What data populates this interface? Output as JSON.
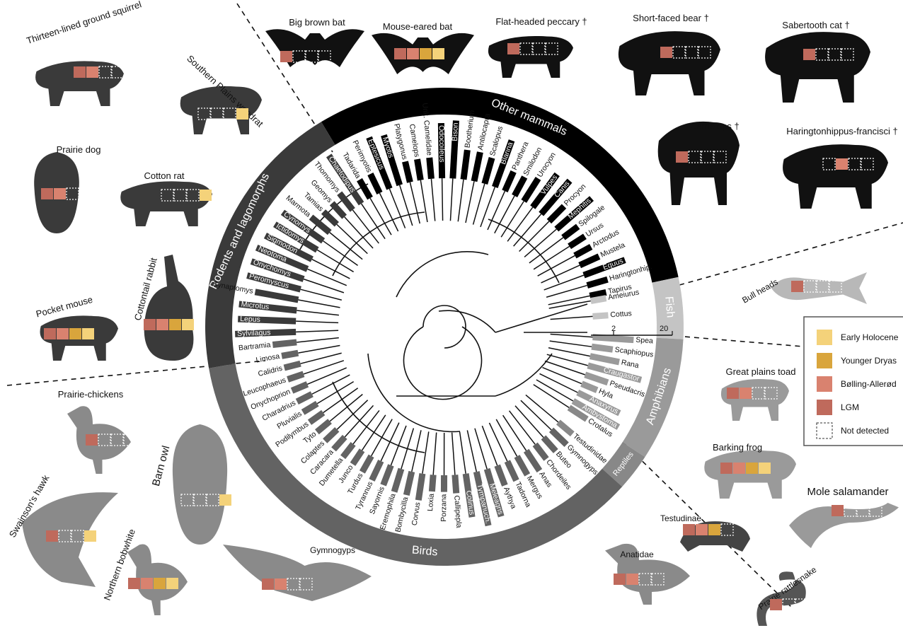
{
  "colors": {
    "early_holocene": "#F4D27A",
    "younger_dryas": "#D9A53C",
    "bolling_allerod": "#D9826F",
    "lgm": "#BF6A5C",
    "mammal_dark": "#000000",
    "rodent": "#3a3a3a",
    "bird": "#636363",
    "reptile": "#888888",
    "amphibian": "#9a9a9a",
    "fish": "#c4c4c4"
  },
  "legend": {
    "items": [
      {
        "label": "Early Holocene",
        "color": "#F4D27A"
      },
      {
        "label": "Younger Dryas",
        "color": "#D9A53C"
      },
      {
        "label": "Bølling-Allerød",
        "color": "#D9826F"
      },
      {
        "label": "LGM",
        "color": "#BF6A5C"
      },
      {
        "label": "Not detected",
        "color": "none"
      }
    ]
  },
  "sections": {
    "other_mammals": "Other mammals",
    "rodents": "Rodents and lagomorphs",
    "fish": "Fish",
    "amphibians": "Amphibians",
    "reptiles": "Reptiles",
    "birds": "Birds"
  },
  "scale": {
    "a": "2",
    "b": "20"
  },
  "leaves": [
    {
      "name": "Sylvilagus",
      "group": "rodent",
      "len": 0.9,
      "inside": true
    },
    {
      "name": "Lepus",
      "group": "rodent",
      "len": 0.85,
      "inside": true
    },
    {
      "name": "Microtus",
      "group": "rodent",
      "len": 0.85,
      "inside": true
    },
    {
      "name": "Synaptomys",
      "group": "rodent",
      "len": 0.6,
      "inside": false
    },
    {
      "name": "Peromyscus",
      "group": "rodent",
      "len": 0.8,
      "inside": true
    },
    {
      "name": "Onychomys",
      "group": "rodent",
      "len": 0.8,
      "inside": true
    },
    {
      "name": "Neotoma",
      "group": "rodent",
      "len": 0.8,
      "inside": true
    },
    {
      "name": "Sigmodon",
      "group": "rodent",
      "len": 0.75,
      "inside": true
    },
    {
      "name": "Ictidomys",
      "group": "rodent",
      "len": 0.7,
      "inside": true
    },
    {
      "name": "Cynomys",
      "group": "rodent",
      "len": 0.7,
      "inside": true
    },
    {
      "name": "Marmota",
      "group": "rodent",
      "len": 0.25,
      "inside": false
    },
    {
      "name": "Tamias",
      "group": "rodent",
      "len": 0.15,
      "inside": false
    },
    {
      "name": "Geomys",
      "group": "rodent",
      "len": 0.15,
      "inside": false
    },
    {
      "name": "Thomomys",
      "group": "rodent",
      "len": 0.2,
      "inside": false
    },
    {
      "name": "Chaetodipus",
      "group": "rodent",
      "len": 0.85,
      "inside": true
    },
    {
      "name": "Tadarida",
      "group": "mammal",
      "len": 0.2,
      "inside": false
    },
    {
      "name": "Perimyotis",
      "group": "mammal",
      "len": 0.2,
      "inside": false
    },
    {
      "name": "Eptesicus",
      "group": "mammal",
      "len": 0.8,
      "inside": true
    },
    {
      "name": "Myotis",
      "group": "mammal",
      "len": 0.75,
      "inside": true
    },
    {
      "name": "Platygonus",
      "group": "mammal",
      "len": 0.2,
      "inside": false
    },
    {
      "name": "Camelops",
      "group": "mammal",
      "len": 0.2,
      "inside": false
    },
    {
      "name": "Unk. Camelidae",
      "group": "mammal",
      "len": 0.2,
      "inside": false
    },
    {
      "name": "Odocoileus",
      "group": "mammal",
      "len": 0.8,
      "inside": true
    },
    {
      "name": "Bison",
      "group": "mammal",
      "len": 0.85,
      "inside": true
    },
    {
      "name": "Bootherium",
      "group": "mammal",
      "len": 0.35,
      "inside": false
    },
    {
      "name": "Antilocapra",
      "group": "mammal",
      "len": 0.35,
      "inside": false
    },
    {
      "name": "Scalopus",
      "group": "mammal",
      "len": 0.3,
      "inside": false
    },
    {
      "name": "Blarina",
      "group": "mammal",
      "len": 0.7,
      "inside": true
    },
    {
      "name": "Panthera",
      "group": "mammal",
      "len": 0.2,
      "inside": false
    },
    {
      "name": "Smilodon",
      "group": "mammal",
      "len": 0.2,
      "inside": false
    },
    {
      "name": "Urocyon",
      "group": "mammal",
      "len": 0.3,
      "inside": false
    },
    {
      "name": "Vulpes",
      "group": "mammal",
      "len": 0.55,
      "inside": true
    },
    {
      "name": "Canis",
      "group": "mammal",
      "len": 0.6,
      "inside": true
    },
    {
      "name": "Procyon",
      "group": "mammal",
      "len": 0.2,
      "inside": false
    },
    {
      "name": "Mephitis",
      "group": "mammal",
      "len": 0.65,
      "inside": true
    },
    {
      "name": "Spilogale",
      "group": "mammal",
      "len": 0.15,
      "inside": false
    },
    {
      "name": "Ursus",
      "group": "mammal",
      "len": 0.15,
      "inside": false
    },
    {
      "name": "Arctodus",
      "group": "mammal",
      "len": 0.15,
      "inside": false
    },
    {
      "name": "Mustela",
      "group": "mammal",
      "len": 0.2,
      "inside": false
    },
    {
      "name": "Equus",
      "group": "mammal",
      "len": 0.6,
      "inside": true
    },
    {
      "name": "Haringtonhip.",
      "group": "mammal",
      "len": 0.2,
      "inside": false
    },
    {
      "name": "Tapirus",
      "group": "mammal",
      "len": 0.12,
      "inside": false
    },
    {
      "name": "Ameiurus",
      "group": "fish",
      "len": 0.1,
      "inside": false
    },
    {
      "name": "Cottus",
      "group": "fish",
      "len": 0.1,
      "inside": false
    },
    {
      "name": "Spea",
      "group": "amphibian",
      "len": 0.55,
      "inside": false
    },
    {
      "name": "Scaphiopus",
      "group": "amphibian",
      "len": 0.2,
      "inside": false
    },
    {
      "name": "Rana",
      "group": "amphibian",
      "len": 0.35,
      "inside": false
    },
    {
      "name": "Craugastor",
      "group": "amphibian",
      "len": 0.8,
      "inside": true
    },
    {
      "name": "Pseudacris",
      "group": "amphibian",
      "len": 0.25,
      "inside": false
    },
    {
      "name": "Hyla",
      "group": "amphibian",
      "len": 0.12,
      "inside": false
    },
    {
      "name": "Anaxyrus",
      "group": "amphibian",
      "len": 0.65,
      "inside": true
    },
    {
      "name": "Ambystoma",
      "group": "amphibian",
      "len": 0.75,
      "inside": true
    },
    {
      "name": "Crotalus",
      "group": "reptile",
      "len": 0.2,
      "inside": false
    },
    {
      "name": "Testudinidae",
      "group": "reptile",
      "len": 0.15,
      "inside": false
    },
    {
      "name": "Gymnogyps",
      "group": "bird",
      "len": 0.2,
      "inside": false
    },
    {
      "name": "Buteo",
      "group": "bird",
      "len": 0.15,
      "inside": false
    },
    {
      "name": "Chordeiles",
      "group": "bird",
      "len": 0.15,
      "inside": false
    },
    {
      "name": "Anas",
      "group": "bird",
      "len": 0.25,
      "inside": false
    },
    {
      "name": "Mergus",
      "group": "bird",
      "len": 0.2,
      "inside": false
    },
    {
      "name": "Tadorna",
      "group": "bird",
      "len": 0.2,
      "inside": false
    },
    {
      "name": "Aythya",
      "group": "bird",
      "len": 0.2,
      "inside": false
    },
    {
      "name": "Meleagris",
      "group": "bird",
      "len": 0.7,
      "inside": true
    },
    {
      "name": "Tympanuch.",
      "group": "bird",
      "len": 0.8,
      "inside": true
    },
    {
      "name": "Colinus",
      "group": "bird",
      "len": 0.6,
      "inside": true
    },
    {
      "name": "Callipepla",
      "group": "bird",
      "len": 0.15,
      "inside": false
    },
    {
      "name": "Porzana",
      "group": "bird",
      "len": 0.12,
      "inside": false
    },
    {
      "name": "Loxia",
      "group": "bird",
      "len": 0.12,
      "inside": false
    },
    {
      "name": "Corvus",
      "group": "bird",
      "len": 0.3,
      "inside": false
    },
    {
      "name": "Bombycilla",
      "group": "bird",
      "len": 0.25,
      "inside": false
    },
    {
      "name": "Eremophila",
      "group": "bird",
      "len": 0.25,
      "inside": false
    },
    {
      "name": "Sayornis",
      "group": "bird",
      "len": 0.2,
      "inside": false
    },
    {
      "name": "Tyrannus",
      "group": "bird",
      "len": 0.2,
      "inside": false
    },
    {
      "name": "Turdus",
      "group": "bird",
      "len": 0.15,
      "inside": false
    },
    {
      "name": "Junco",
      "group": "bird",
      "len": 0.12,
      "inside": false
    },
    {
      "name": "Dumetella",
      "group": "bird",
      "len": 0.12,
      "inside": false
    },
    {
      "name": "Caracara",
      "group": "bird",
      "len": 0.12,
      "inside": false
    },
    {
      "name": "Colaptes",
      "group": "bird",
      "len": 0.12,
      "inside": false
    },
    {
      "name": "Tyto",
      "group": "bird",
      "len": 0.12,
      "inside": false
    },
    {
      "name": "Podilymbus",
      "group": "bird",
      "len": 0.12,
      "inside": false
    },
    {
      "name": "Pluvialis",
      "group": "bird",
      "len": 0.12,
      "inside": false
    },
    {
      "name": "Charadrius",
      "group": "bird",
      "len": 0.12,
      "inside": false
    },
    {
      "name": "Onychoprion",
      "group": "bird",
      "len": 0.12,
      "inside": false
    },
    {
      "name": "Leucophaeus",
      "group": "bird",
      "len": 0.12,
      "inside": false
    },
    {
      "name": "Calidris",
      "group": "bird",
      "len": 0.12,
      "inside": false
    },
    {
      "name": "Limosa",
      "group": "bird",
      "len": 0.12,
      "inside": false
    },
    {
      "name": "Bartramia",
      "group": "bird",
      "len": 0.25,
      "inside": false
    }
  ],
  "animals": [
    {
      "id": "thirteen-lined",
      "label": "Thirteen-lined ground squirrel",
      "tone": "#3a3a3a",
      "slots": [
        "lgm",
        "bolling_allerod",
        "none",
        "none"
      ]
    },
    {
      "id": "woodrat",
      "label": "Southern Plains woodrat",
      "tone": "#3a3a3a",
      "slots": [
        "none",
        "none",
        "none",
        "early_holocene"
      ]
    },
    {
      "id": "prairie-dog",
      "label": "Prairie dog",
      "tone": "#3a3a3a",
      "slots": [
        "lgm",
        "bolling_allerod",
        "none",
        "none"
      ]
    },
    {
      "id": "cotton-rat",
      "label": "Cotton rat",
      "tone": "#3a3a3a",
      "slots": [
        "none",
        "none",
        "none",
        "early_holocene"
      ]
    },
    {
      "id": "pocket-mouse",
      "label": "Pocket mouse",
      "tone": "#3a3a3a",
      "slots": [
        "lgm",
        "bolling_allerod",
        "younger_dryas",
        "early_holocene"
      ]
    },
    {
      "id": "cottontail",
      "label": "Cottontail rabbit",
      "tone": "#3a3a3a",
      "slots": [
        "lgm",
        "bolling_allerod",
        "younger_dryas",
        "early_holocene"
      ]
    },
    {
      "id": "big-brown-bat",
      "label": "Big brown bat",
      "tone": "#111111",
      "slots": [
        "lgm",
        "none",
        "none",
        "none"
      ]
    },
    {
      "id": "mouse-eared-bat",
      "label": "Mouse-eared bat",
      "tone": "#111111",
      "slots": [
        "lgm",
        "bolling_allerod",
        "younger_dryas",
        "early_holocene"
      ]
    },
    {
      "id": "peccary",
      "label": "Flat-headed peccary †",
      "tone": "#111111",
      "slots": [
        "lgm",
        "none",
        "none",
        "none"
      ]
    },
    {
      "id": "short-faced-bear",
      "label": "Short-faced bear †",
      "tone": "#111111",
      "slots": [
        "lgm",
        "none",
        "none",
        "none"
      ]
    },
    {
      "id": "sabertooth",
      "label": "Sabertooth cat †",
      "tone": "#111111",
      "slots": [
        "lgm",
        "none",
        "none",
        "none"
      ]
    },
    {
      "id": "camelops",
      "label": "Camelops †",
      "tone": "#111111",
      "slots": [
        "lgm",
        "none",
        "none",
        "none"
      ]
    },
    {
      "id": "haringtonhippus",
      "label": "Haringtonhippus-francisci †",
      "tone": "#111111",
      "slots": [
        "none",
        "bolling_allerod",
        "none",
        "none"
      ]
    },
    {
      "id": "bull-heads",
      "label": "Bull heads",
      "tone": "#b8b8b8",
      "slots": [
        "lgm",
        "none",
        "none",
        "none"
      ]
    },
    {
      "id": "great-plains-toad",
      "label": "Great plains toad",
      "tone": "#9a9a9a",
      "slots": [
        "lgm",
        "bolling_allerod",
        "none",
        "none"
      ]
    },
    {
      "id": "barking-frog",
      "label": "Barking frog",
      "tone": "#9a9a9a",
      "slots": [
        "lgm",
        "bolling_allerod",
        "younger_dryas",
        "early_holocene"
      ]
    },
    {
      "id": "mole-salamander",
      "label": "Mole salamander",
      "tone": "#9a9a9a",
      "slots": [
        "lgm",
        "none",
        "none",
        "none"
      ]
    },
    {
      "id": "testudinae",
      "label": "Testudinae",
      "tone": "#444444",
      "slots": [
        "lgm",
        "bolling_allerod",
        "younger_dryas",
        "none"
      ]
    },
    {
      "id": "anatidae",
      "label": "Anatidae",
      "tone": "#8a8a8a",
      "slots": [
        "lgm",
        "bolling_allerod",
        "none",
        "none"
      ]
    },
    {
      "id": "rattlesnake",
      "label": "Prairie rattlesnake",
      "tone": "#555555",
      "slots": [
        "lgm",
        "none",
        "none",
        "none"
      ]
    },
    {
      "id": "prairie-chickens",
      "label": "Prairie-chickens",
      "tone": "#8a8a8a",
      "slots": [
        "lgm",
        "none",
        "none",
        "none"
      ]
    },
    {
      "id": "barn-owl",
      "label": "Barn owl",
      "tone": "#8a8a8a",
      "slots": [
        "none",
        "none",
        "none",
        "early_holocene"
      ]
    },
    {
      "id": "swainsons-hawk",
      "label": "Swainson's hawk",
      "tone": "#8a8a8a",
      "slots": [
        "lgm",
        "none",
        "none",
        "early_holocene"
      ]
    },
    {
      "id": "bobwhite",
      "label": "Northern bobwhite",
      "tone": "#8a8a8a",
      "slots": [
        "lgm",
        "bolling_allerod",
        "younger_dryas",
        "early_holocene"
      ]
    },
    {
      "id": "gymnogyps",
      "label": "Gymnogyps",
      "tone": "#8a8a8a",
      "slots": [
        "lgm",
        "bolling_allerod",
        "none",
        "none"
      ]
    }
  ]
}
